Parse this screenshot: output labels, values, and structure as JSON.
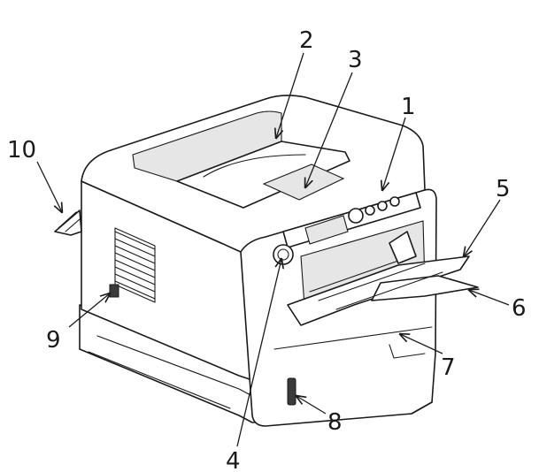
{
  "callouts": [
    {
      "id": "1",
      "label": "1"
    },
    {
      "id": "2",
      "label": "2"
    },
    {
      "id": "3",
      "label": "3"
    },
    {
      "id": "4",
      "label": "4"
    },
    {
      "id": "5",
      "label": "5"
    },
    {
      "id": "6",
      "label": "6"
    },
    {
      "id": "7",
      "label": "7"
    },
    {
      "id": "8",
      "label": "8"
    },
    {
      "id": "9",
      "label": "9"
    },
    {
      "id": "10",
      "label": "10"
    }
  ],
  "colors": {
    "line": "#1a1a1a",
    "background": "#ffffff",
    "shade": "#e6e6e6"
  }
}
